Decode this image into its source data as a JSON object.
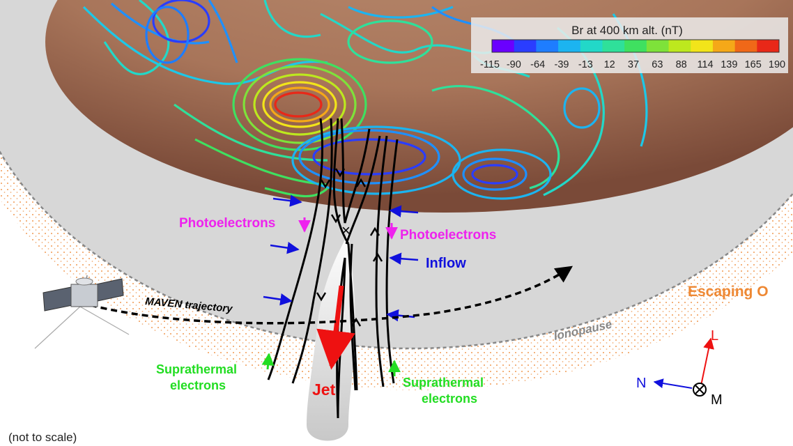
{
  "colorbar": {
    "title": "Br at 400 km alt. (nT)",
    "ticks": [
      "-115",
      "-90",
      "-64",
      "-39",
      "-13",
      "12",
      "37",
      "63",
      "88",
      "114",
      "139",
      "165",
      "190"
    ],
    "colors": [
      "#6a00ff",
      "#2a3dff",
      "#1e7dff",
      "#1cb4f0",
      "#22d8c8",
      "#2fe09a",
      "#3fe060",
      "#7ee23a",
      "#bde81e",
      "#f2e41a",
      "#f5a818",
      "#f06818",
      "#e82818"
    ]
  },
  "labels": {
    "photoelectrons_left": "Photoelectrons",
    "photoelectrons_right": "Photoelectrons",
    "inflow": "Inflow",
    "maven_trajectory": "MAVEN trajectory",
    "escaping_o": "Escaping O",
    "ionopause": "Ionopause",
    "suprathermal_left_1": "Suprathermal",
    "suprathermal_left_2": "electrons",
    "suprathermal_right_1": "Suprathermal",
    "suprathermal_right_2": "electrons",
    "jet": "Jet",
    "x_point": "×",
    "not_to_scale": "(not to scale)"
  },
  "axes": {
    "l": "L",
    "n": "N",
    "m": "M"
  },
  "colors": {
    "photoelectrons": "#ee22ee",
    "inflow": "#1010dd",
    "suprathermal": "#22dd22",
    "jet": "#ee1111",
    "escaping": "#ee8833",
    "ionopause": "#888888"
  }
}
